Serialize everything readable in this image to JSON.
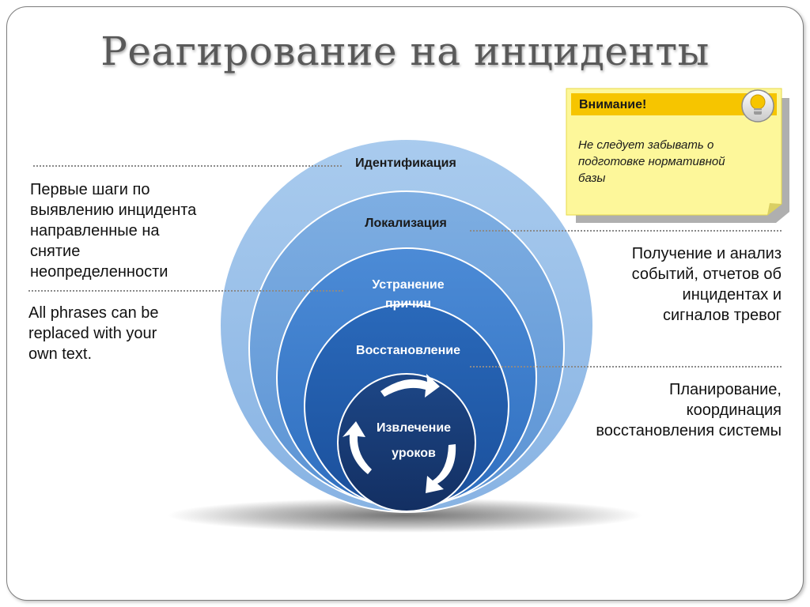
{
  "title": "Реагирование на инциденты",
  "rings": {
    "identification": "Идентификация",
    "localization": "Локализация",
    "elimination_line1": "Устранение",
    "elimination_line2": "причин",
    "recovery": "Восстановление",
    "lessons_line1": "Извлечение",
    "lessons_line2": "уроков"
  },
  "left_note": {
    "line1": "Первые шаги по",
    "line2": "выявлению инцидента",
    "line3": "направленные на",
    "line4": "снятие",
    "line5": "неопределенности"
  },
  "left_placeholder": {
    "line1": "All phrases can be",
    "line2": "replaced with your",
    "line3": "own text."
  },
  "right_note1": {
    "line1": "Получение и анализ",
    "line2": "событий, отчетов об",
    "line3": "инцидентах и",
    "line4": "сигналов тревог"
  },
  "right_note2": {
    "line1": "Планирование,",
    "line2": "координация",
    "line3": "восстановления системы"
  },
  "attention": {
    "title": "Внимание!",
    "body_line1": "Не следует забывать о",
    "body_line2": "подготовке нормативной",
    "body_line3": "базы",
    "icon": "lightbulb-icon"
  },
  "colors": {
    "ring1": "#9dc3ea",
    "ring2": "#6fa3dd",
    "ring3": "#3f80cf",
    "ring4": "#1f5fae",
    "ring5": "#173a76",
    "note_bg": "#fdf79a",
    "note_header": "#f5c400"
  }
}
